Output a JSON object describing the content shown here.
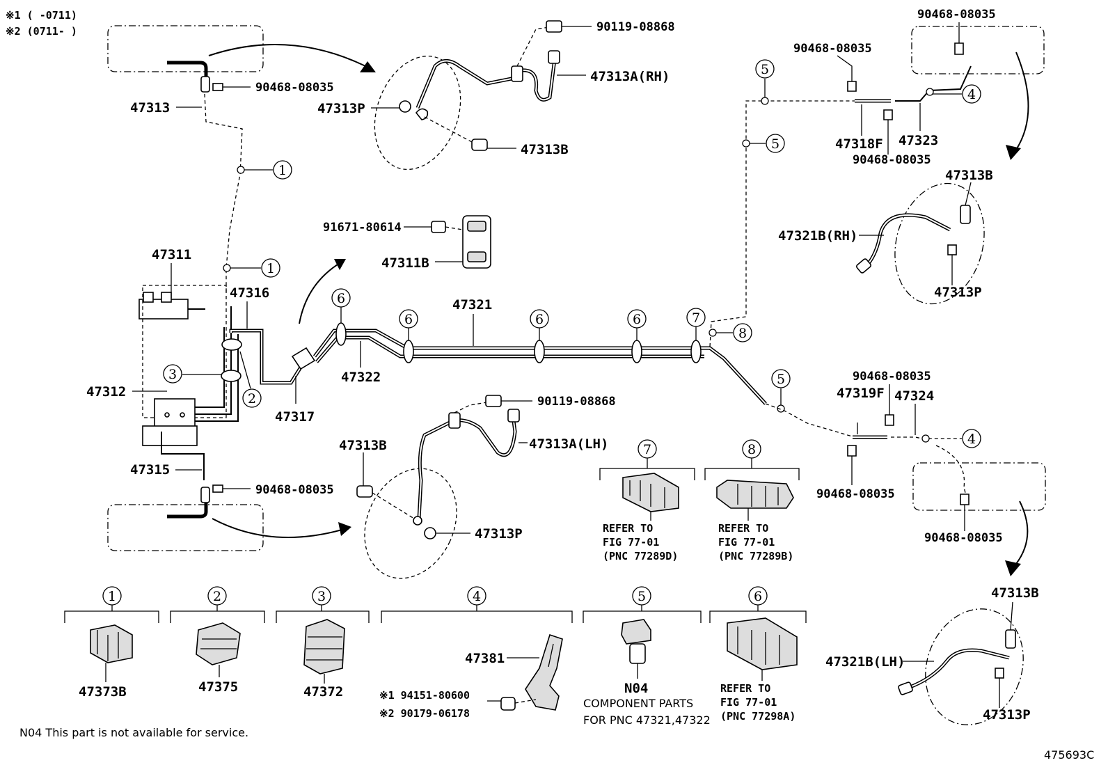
{
  "notes": {
    "variant_1": "※1 (      -0711)",
    "variant_2": "※2 (0711-      )",
    "availability": "N04 This part is not available for service.",
    "illustration_id": "475693C"
  },
  "parts": {
    "p47313": "47313",
    "p90468_top_left": "90468-08035",
    "p90119_top": "90119-08868",
    "p47313A_RH": "47313A(RH)",
    "p47313P_top": "47313P",
    "p47313B_top": "47313B",
    "p91671": "91671-80614",
    "p47311B": "47311B",
    "p47311": "47311",
    "p47316": "47316",
    "p47312": "47312",
    "p47317": "47317",
    "p47322": "47322",
    "p47321": "47321",
    "p47315": "47315",
    "p90468_bottom_left": "90468-08035",
    "p90119_bottom": "90119-08868",
    "p47313A_LH": "47313A(LH)",
    "p47313B_mid": "47313B",
    "p47313P_mid": "47313P",
    "p90468_top_right": "90468-08035",
    "p90468_top_mid": "90468-08035",
    "p47318F": "47318F",
    "p47323": "47323",
    "p90468_under_47318F": "90468-08035",
    "p47313B_right_top": "47313B",
    "p47321B_RH": "47321B(RH)",
    "p47313P_right_top": "47313P",
    "p90468_right_mid": "90468-08035",
    "p47319F": "47319F",
    "p47324": "47324",
    "p90468_under_47319F": "90468-08035",
    "p90468_right_low": "90468-08035",
    "p47313B_right_bottom": "47313B",
    "p47321B_LH": "47321B(LH)",
    "p47313P_right_bottom": "47313P"
  },
  "callouts": [
    "1",
    "1",
    "2",
    "3",
    "4",
    "4",
    "5",
    "5",
    "5",
    "6",
    "6",
    "6",
    "6",
    "7",
    "8"
  ],
  "refer_boxes": [
    {
      "number": "7",
      "line1": "REFER TO",
      "line2": "FIG 77-01",
      "line3": "(PNC 77289D)"
    },
    {
      "number": "8",
      "line1": "REFER TO",
      "line2": "FIG 77-01",
      "line3": "(PNC 77289B)"
    },
    {
      "number": "6",
      "line1": "REFER TO",
      "line2": "FIG 77-01",
      "line3": "(PNC 77298A)"
    }
  ],
  "legend": [
    {
      "number": "1",
      "part": "47373B"
    },
    {
      "number": "2",
      "part": "47375"
    },
    {
      "number": "3",
      "part": "47372"
    },
    {
      "number": "4",
      "part": "47381",
      "bolt_1": "※1 94151-80600",
      "bolt_2": "※2 90179-06178"
    },
    {
      "number": "5",
      "part": "N04",
      "desc_1": "COMPONENT PARTS",
      "desc_2": "FOR PNC 47321,47322"
    }
  ]
}
